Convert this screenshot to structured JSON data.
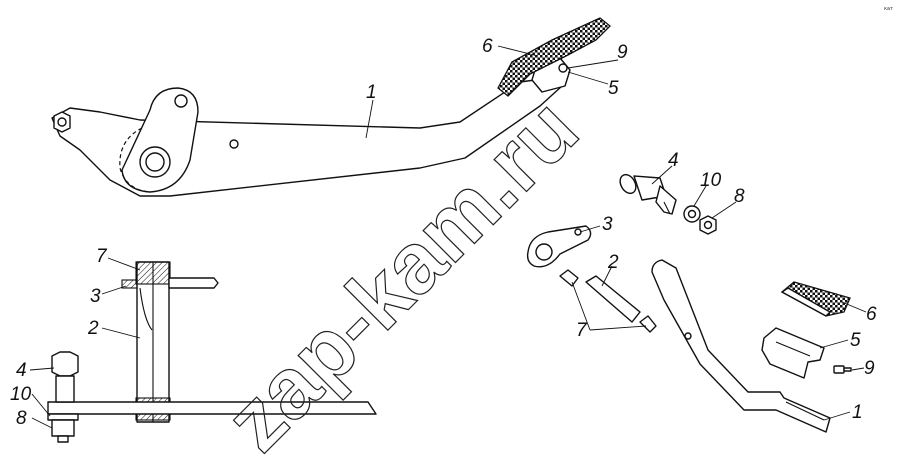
{
  "figure": {
    "corner_mark": "кат",
    "watermark": "zap-kam.ru"
  },
  "callouts": {
    "top_assembly": {
      "c1": "1",
      "c6": "6",
      "c9": "9",
      "c5": "5"
    },
    "section_view": {
      "c7": "7",
      "c3": "3",
      "c2": "2",
      "c4": "4",
      "c10": "10",
      "c8": "8"
    },
    "exploded_view": {
      "c4": "4",
      "c10": "10",
      "c8": "8",
      "c3": "3",
      "c2": "2",
      "c7": "7",
      "c6": "6",
      "c5": "5",
      "c9": "9",
      "c1": "1"
    }
  }
}
